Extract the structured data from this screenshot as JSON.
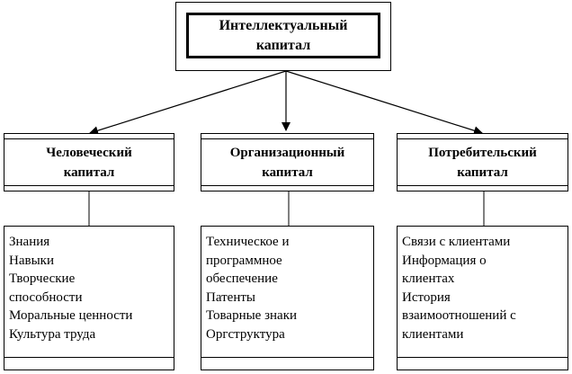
{
  "root": {
    "label": "Интеллектуальный\nкапитал"
  },
  "categories": [
    {
      "id": "human",
      "label": "Человеческий\nкапитал",
      "items": [
        "Знания",
        "Навыки",
        "Творческие\nспособности",
        "Моральные ценности",
        "Культура труда"
      ]
    },
    {
      "id": "organizational",
      "label": "Организационный\nкапитал",
      "items": [
        "Техническое и\nпрограммное\nобеспечение",
        "Патенты",
        "Товарные знаки",
        "Оргструктура"
      ]
    },
    {
      "id": "consumer",
      "label": "Потребительский\nкапитал",
      "items": [
        "Связи с клиентами",
        "Информация о\nклиентах",
        "История\nвзаимоотношений с\nклиентами"
      ]
    }
  ]
}
